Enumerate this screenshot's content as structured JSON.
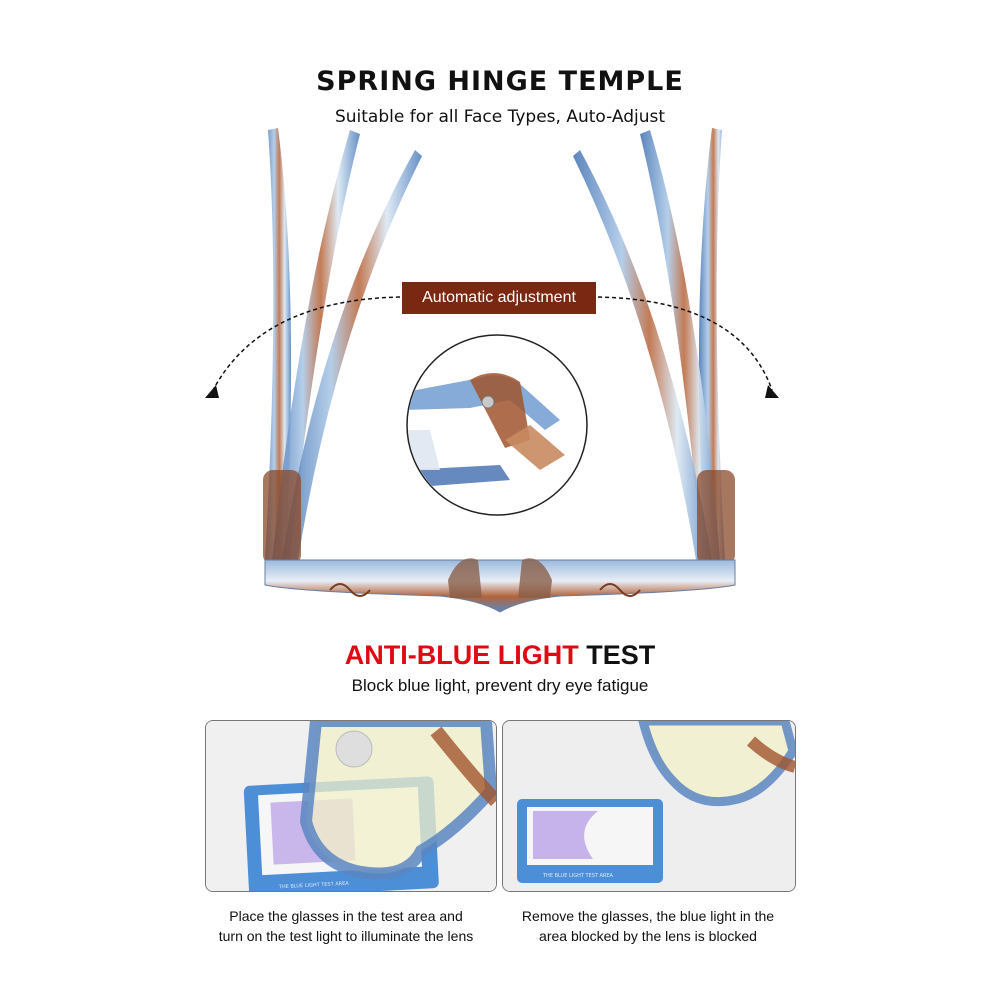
{
  "hinge": {
    "title": "SPRING HINGE TEMPLE",
    "subtitle": "Suitable for all Face Types, Auto-Adjust",
    "adjust_label": "Automatic adjustment"
  },
  "blue_light": {
    "title_red": "ANTI-BLUE LIGHT",
    "title_black": "TEST",
    "subtitle": "Block blue light, prevent dry eye fatigue",
    "card_text": "THE BLUE LIGHT TEST AREA",
    "caption_left_line1": "Place the glasses in the test area and",
    "caption_left_line2": "turn on the test light to illuminate the lens",
    "caption_right_line1": "Remove the glasses, the blue light in the",
    "caption_right_line2": "area blocked by the lens is blocked"
  },
  "colors": {
    "accent_red": "#e00a12",
    "label_brown": "#7a2812",
    "frame_blue": "#4a78b8",
    "frame_brown": "#a0502a"
  }
}
